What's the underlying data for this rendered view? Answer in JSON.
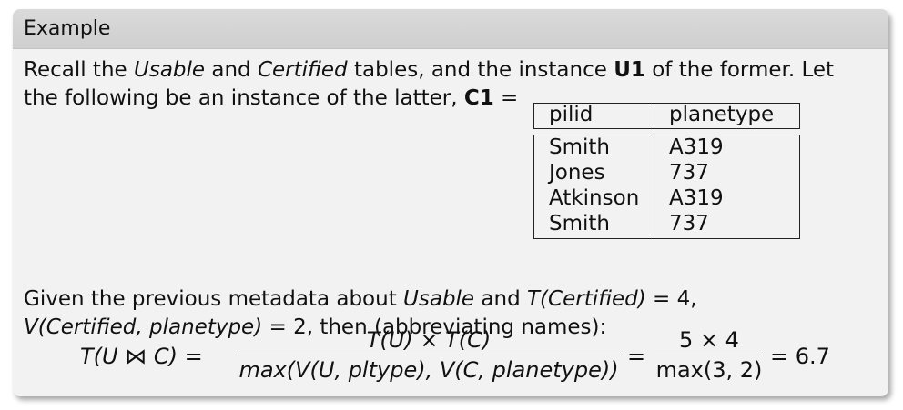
{
  "block": {
    "title": "Example"
  },
  "para1": {
    "t1": "Recall the ",
    "usable": "Usable",
    "t2": " and ",
    "certified": "Certified",
    "t3": " tables, and the instance ",
    "u1": "U1",
    "t4": " of the former. Let",
    "t5": "the following be an instance of the latter, ",
    "c1": "C1",
    "t6": " ="
  },
  "table": {
    "headers": [
      "pilid",
      "planetype"
    ],
    "rows": [
      [
        "Smith",
        "A319"
      ],
      [
        "Jones",
        "737"
      ],
      [
        "Atkinson",
        "A319"
      ],
      [
        "Smith",
        "737"
      ]
    ]
  },
  "para2": {
    "t1": "Given the previous metadata about ",
    "usable": "Usable",
    "t2": " and ",
    "tcert": "T(Certified)",
    "t3": " = 4,",
    "vcert": "V(Certified, planetype)",
    "t4": " = 2, then (abbreviating names):"
  },
  "formula": {
    "lhs": "T(U ⋈ C) =",
    "num1": "T(U) × T(C)",
    "den1": "max(V(U, pltype), V(C, planetype))",
    "eq2": "=",
    "num2": "5 × 4",
    "den2": "max(3, 2)",
    "result": "= 6.7"
  }
}
